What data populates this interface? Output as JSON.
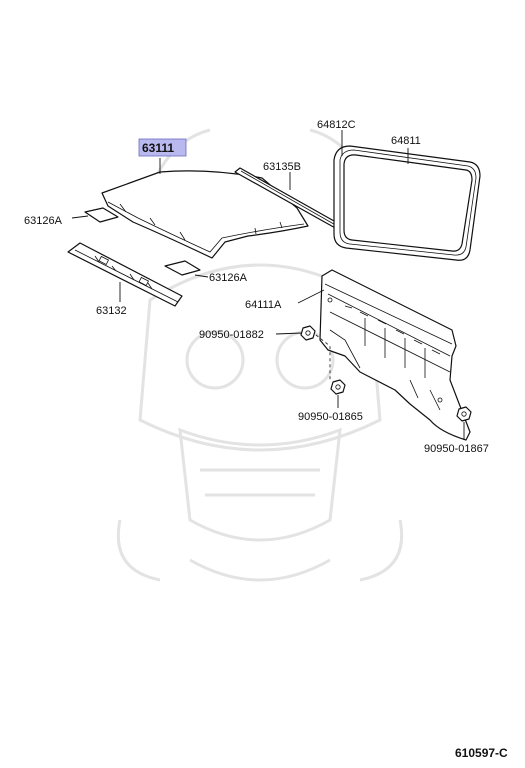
{
  "diagram": {
    "highlight_color": "#b9b9f0",
    "labels": {
      "roof_panel": "63111",
      "roof_rail": "63135B",
      "back_window_glass": "64811",
      "weatherstrip": "64812C",
      "pad_left": "63126A",
      "pad_right": "63126A",
      "roof_bow": "63132",
      "back_panel": "64111A",
      "nut_1882": "90950-01882",
      "nut_1865": "90950-01865",
      "nut_1867": "90950-01867",
      "figure_code": "610597-C"
    }
  }
}
